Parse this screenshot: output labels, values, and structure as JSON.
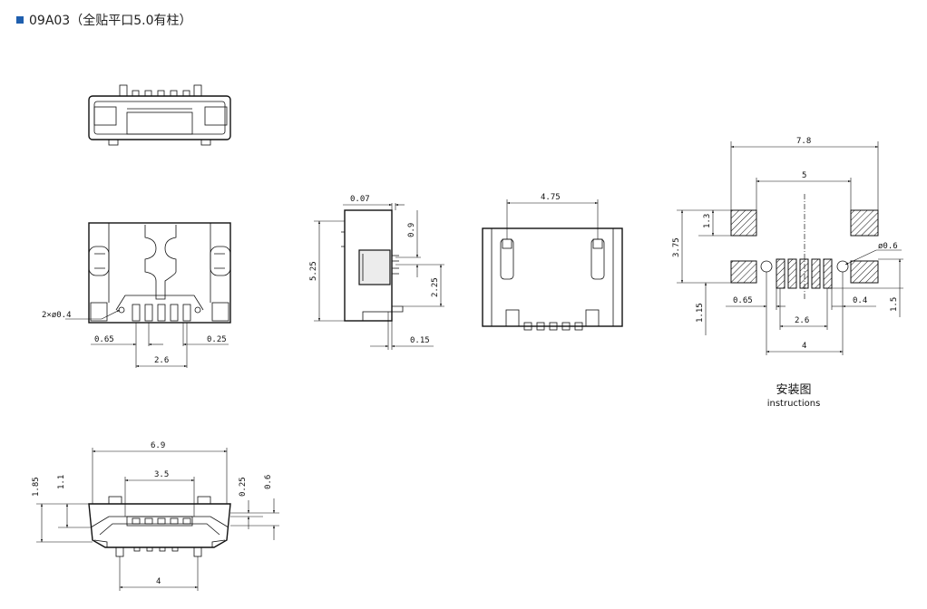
{
  "header": {
    "title": "09A03（全贴平口5.0有柱）",
    "bullet_color": "#1f5fae"
  },
  "side_view": {
    "dim_top": "0.07",
    "dim_height": "5.25",
    "dim_a": "0.9",
    "dim_b": "2.25",
    "dim_c": "0.15"
  },
  "front_view": {
    "dim_hole": "2×ø0.4",
    "dim_left": "0.65",
    "dim_right": "0.25",
    "dim_pitch": "2.6"
  },
  "back_view": {
    "dim_top": "4.75"
  },
  "footprint": {
    "dim_total": "7.8",
    "dim_inner": "5",
    "dim_h": "3.75",
    "dim_pad": "1.3",
    "dim_hole": "ø0.6",
    "dim_065": "0.65",
    "dim_04": "0.4",
    "dim_26": "2.6",
    "dim_115": "1.15",
    "dim_15": "1.5",
    "dim_4": "4",
    "label_cn": "安装图",
    "label_en": "instructions"
  },
  "bottom_view": {
    "dim_w": "6.9",
    "dim_w2": "3.5",
    "dim_h1": "1.85",
    "dim_h2": "1.1",
    "dim_r1": "0.25",
    "dim_r2": "0.6",
    "dim_b": "4"
  }
}
